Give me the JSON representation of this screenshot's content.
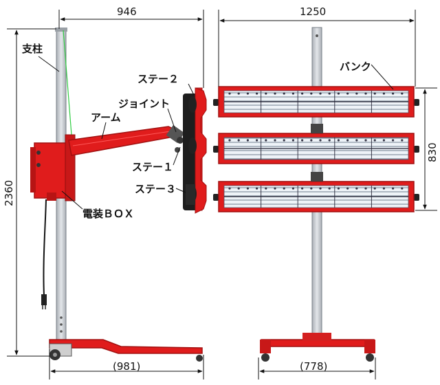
{
  "labels": {
    "pillar": "支柱",
    "arm": "アーム",
    "joint": "ジョイント",
    "stay2": "ステー２",
    "stay1": "ステー１",
    "stay3": "ステー３",
    "electrical_box": "電装ＢＯＸ",
    "bank": "バンク"
  },
  "dimensions": {
    "side_width": "946",
    "front_width": "1250",
    "height": "2360",
    "bank_height": "830",
    "side_base": "(981)",
    "front_base": "(778)"
  },
  "colors": {
    "frame_red": "#e01c1c",
    "dark_red": "#a01010",
    "pole_gray": "#c8ccd0",
    "lamp_face": "#e8eef4"
  }
}
